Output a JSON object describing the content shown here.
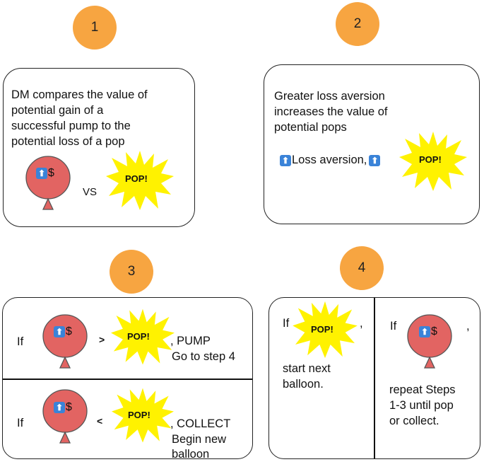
{
  "steps": [
    {
      "number": "1"
    },
    {
      "number": "2"
    },
    {
      "number": "3"
    },
    {
      "number": "4"
    }
  ],
  "panel1": {
    "lines": [
      "DM compares the value of",
      "potential gain of a",
      "successful pump to the",
      "potential loss of a pop"
    ],
    "balloon_label": "$",
    "vs_label": "VS",
    "pop_label": "POP!"
  },
  "panel2": {
    "lines": [
      "Greater loss aversion",
      "increases the value of",
      "potential pops"
    ],
    "loss_aversion_text": "Loss aversion,",
    "pop_label": "POP!"
  },
  "panel3": {
    "top": {
      "if_label": "If",
      "balloon_label": "$",
      "operator": ">",
      "pop_label": "POP!",
      "action_lines": [
        ", PUMP",
        "Go to step 4"
      ]
    },
    "bottom": {
      "if_label": "If",
      "balloon_label": "$",
      "operator": "<",
      "pop_label": "POP!",
      "action_lines": [
        ", COLLECT",
        "Begin new",
        "balloon"
      ]
    }
  },
  "panel4": {
    "left": {
      "if_label": "If",
      "pop_label": "POP!",
      "comma": ",",
      "result_lines": [
        "start next",
        "balloon."
      ]
    },
    "right": {
      "if_label": "If",
      "balloon_label": "$",
      "comma": ",",
      "result_lines": [
        "repeat Steps",
        "1-3 until pop",
        "or collect."
      ]
    }
  },
  "colors": {
    "circle": "#f7a541",
    "balloon": "#e26462",
    "pop_burst": "#fff200",
    "up_icon": "#3a83d8"
  },
  "icons": [
    "up-arrow-icon",
    "balloon-icon",
    "pop-burst-icon"
  ]
}
